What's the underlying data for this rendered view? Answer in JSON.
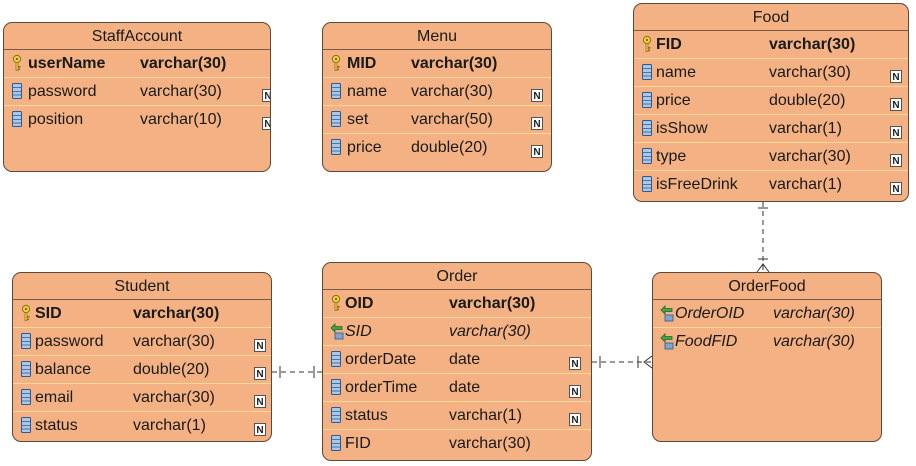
{
  "entities": {
    "staffaccount": {
      "title": "StaffAccount",
      "columns": [
        {
          "name": "userName",
          "type": "varchar(30)",
          "key": "pk",
          "not_null": false
        },
        {
          "name": "password",
          "type": "varchar(30)",
          "key": "",
          "not_null": true
        },
        {
          "name": "position",
          "type": "varchar(10)",
          "key": "",
          "not_null": true
        }
      ]
    },
    "menu": {
      "title": "Menu",
      "columns": [
        {
          "name": "MID",
          "type": "varchar(30)",
          "key": "pk",
          "not_null": false
        },
        {
          "name": "name",
          "type": "varchar(30)",
          "key": "",
          "not_null": true
        },
        {
          "name": "set",
          "type": "varchar(50)",
          "key": "",
          "not_null": true
        },
        {
          "name": "price",
          "type": "double(20)",
          "key": "",
          "not_null": true
        }
      ]
    },
    "food": {
      "title": "Food",
      "columns": [
        {
          "name": "FID",
          "type": "varchar(30)",
          "key": "pk",
          "not_null": false
        },
        {
          "name": "name",
          "type": "varchar(30)",
          "key": "",
          "not_null": true
        },
        {
          "name": "price",
          "type": "double(20)",
          "key": "",
          "not_null": true
        },
        {
          "name": "isShow",
          "type": "varchar(1)",
          "key": "",
          "not_null": true
        },
        {
          "name": "type",
          "type": "varchar(30)",
          "key": "",
          "not_null": true
        },
        {
          "name": "isFreeDrink",
          "type": "varchar(1)",
          "key": "",
          "not_null": true
        }
      ]
    },
    "student": {
      "title": "Student",
      "columns": [
        {
          "name": "SID",
          "type": "varchar(30)",
          "key": "pk",
          "not_null": false
        },
        {
          "name": "password",
          "type": "varchar(30)",
          "key": "",
          "not_null": true
        },
        {
          "name": "balance",
          "type": "double(20)",
          "key": "",
          "not_null": true
        },
        {
          "name": "email",
          "type": "varchar(30)",
          "key": "",
          "not_null": true
        },
        {
          "name": "status",
          "type": "varchar(1)",
          "key": "",
          "not_null": true
        }
      ]
    },
    "order": {
      "title": "Order",
      "columns": [
        {
          "name": "OID",
          "type": "varchar(30)",
          "key": "pk",
          "not_null": false
        },
        {
          "name": "SID",
          "type": "varchar(30)",
          "key": "fk",
          "not_null": false
        },
        {
          "name": "orderDate",
          "type": "date",
          "key": "",
          "not_null": true
        },
        {
          "name": "orderTime",
          "type": "date",
          "key": "",
          "not_null": true
        },
        {
          "name": "status",
          "type": "varchar(1)",
          "key": "",
          "not_null": true
        },
        {
          "name": "FID",
          "type": "varchar(30)",
          "key": "",
          "not_null": false
        }
      ]
    },
    "orderfood": {
      "title": "OrderFood",
      "columns": [
        {
          "name": "OrderOID",
          "type": "varchar(30)",
          "key": "fk",
          "not_null": false
        },
        {
          "name": "FoodFID",
          "type": "varchar(30)",
          "key": "fk",
          "not_null": false
        }
      ]
    }
  },
  "not_null_marker": "N",
  "icons": {
    "pk": "key-icon",
    "fk": "foreign-key-icon",
    "column": "column-icon",
    "not_null": "not-null-icon"
  },
  "colors": {
    "entity_fill": "#f4b183",
    "entity_border": "#5a4a3a",
    "row_separator": "#f7d99a",
    "line": "#333333"
  }
}
